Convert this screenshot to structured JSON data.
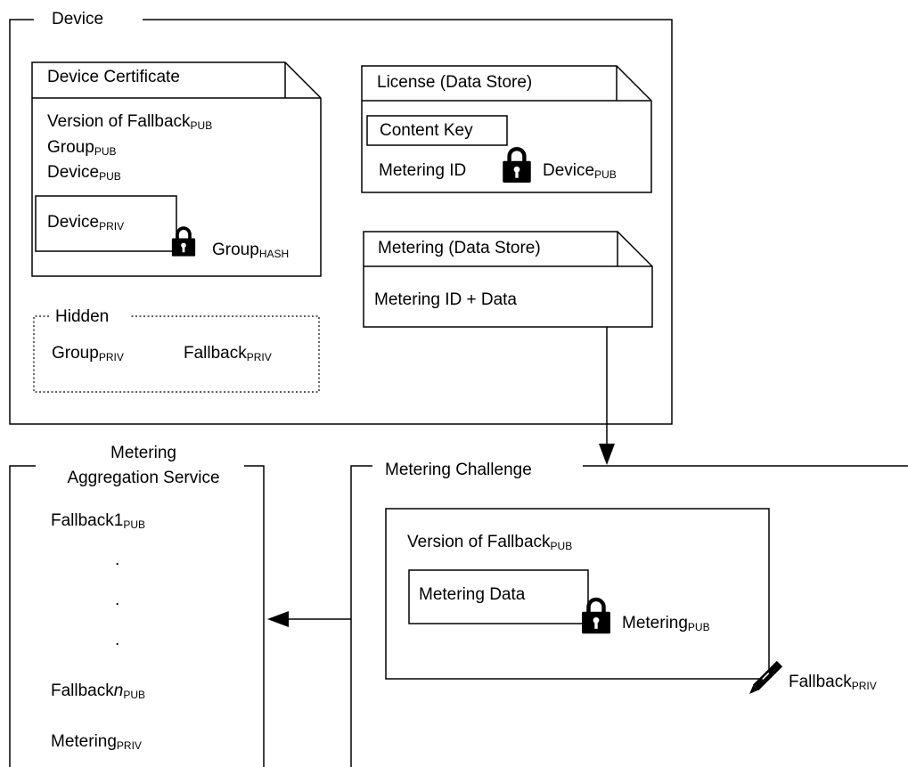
{
  "device": {
    "title": "Device",
    "certificate": {
      "title": "Device Certificate",
      "line1": "Version of Fallback",
      "line1_sub": "PUB",
      "line2": "Group",
      "line2_sub": "PUB",
      "line3": "Device",
      "line3_sub": "PUB",
      "inner": "Device",
      "inner_sub": "PRIV",
      "lock_label": "Group",
      "lock_label_sub": "HASH"
    },
    "license": {
      "title": "License (Data Store)",
      "content_key": "Content Key",
      "metering_id": "Metering ID",
      "lock_label": "Device",
      "lock_label_sub": "PUB"
    },
    "metering_store": {
      "title": "Metering (Data Store)",
      "body": "Metering ID + Data"
    },
    "hidden": {
      "title": "Hidden",
      "item1": "Group",
      "item1_sub": "PRIV",
      "item2": "Fallback",
      "item2_sub": "PRIV"
    }
  },
  "aggregation": {
    "title_line1": "Metering",
    "title_line2": "Aggregation Service",
    "item1": "Fallback1",
    "item1_sub": "PUB",
    "dot1": ".",
    "dot2": ".",
    "dot3": ".",
    "itemn": "Fallback",
    "itemn_n": "n",
    "itemn_sub": "PUB",
    "priv": "Metering",
    "priv_sub": "PRIV"
  },
  "challenge": {
    "title": "Metering Challenge",
    "line1": "Version of Fallback",
    "line1_sub": "PUB",
    "inner": "Metering Data",
    "lock_label": "Metering",
    "lock_label_sub": "PUB",
    "signature": "Fallback",
    "signature_sub": "PRIV"
  },
  "icons": {
    "lock": "padlock-icon",
    "pen": "pen-icon",
    "arrow": "arrow-head"
  }
}
